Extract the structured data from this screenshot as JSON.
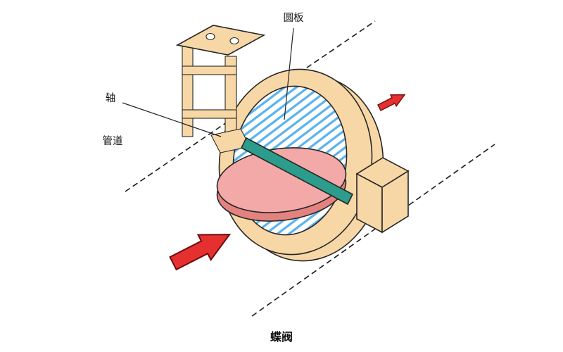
{
  "figure": {
    "caption": "蝶阀",
    "labels": {
      "disc": "圆板",
      "shaft": "轴",
      "pipe": "管道"
    },
    "colors": {
      "body": "#f8d7a6",
      "disc_top": "#f3a9a7",
      "disc_edge": "#e4827f",
      "shaft": "#2c9c8c",
      "hatch": "#5ab2ee",
      "arrow": "#e63030",
      "arrow_outline": "#6b0d0d",
      "dash_line": "#1a1a1a"
    }
  }
}
